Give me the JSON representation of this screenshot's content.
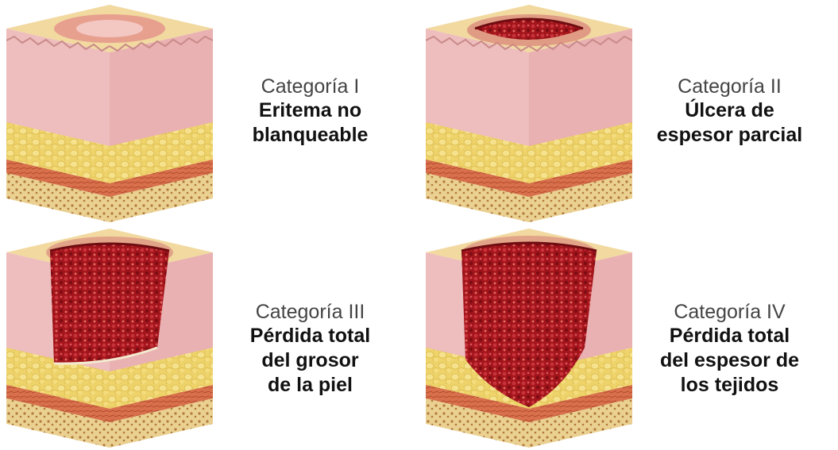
{
  "stages": [
    {
      "category": "Categoría I",
      "description": "Eritema no\nblanqueable",
      "wound": "erythema"
    },
    {
      "category": "Categoría II",
      "description": "Úlcera de\nespesor parcial",
      "wound": "partial"
    },
    {
      "category": "Categoría III",
      "description": "Pérdida total\ndel grosor\nde la piel",
      "wound": "full-skin"
    },
    {
      "category": "Categoría IV",
      "description": "Pérdida total\ndel espesor de\nlos tejidos",
      "wound": "full-tissue"
    }
  ],
  "colors": {
    "epidermis": "#f1d9a0",
    "dermis": "#eebdbd",
    "fat": "#eed36a",
    "muscle": "#d8704c",
    "bone": "#e8c987",
    "wound": "#a3141b",
    "wound_dark": "#6f0c12"
  }
}
